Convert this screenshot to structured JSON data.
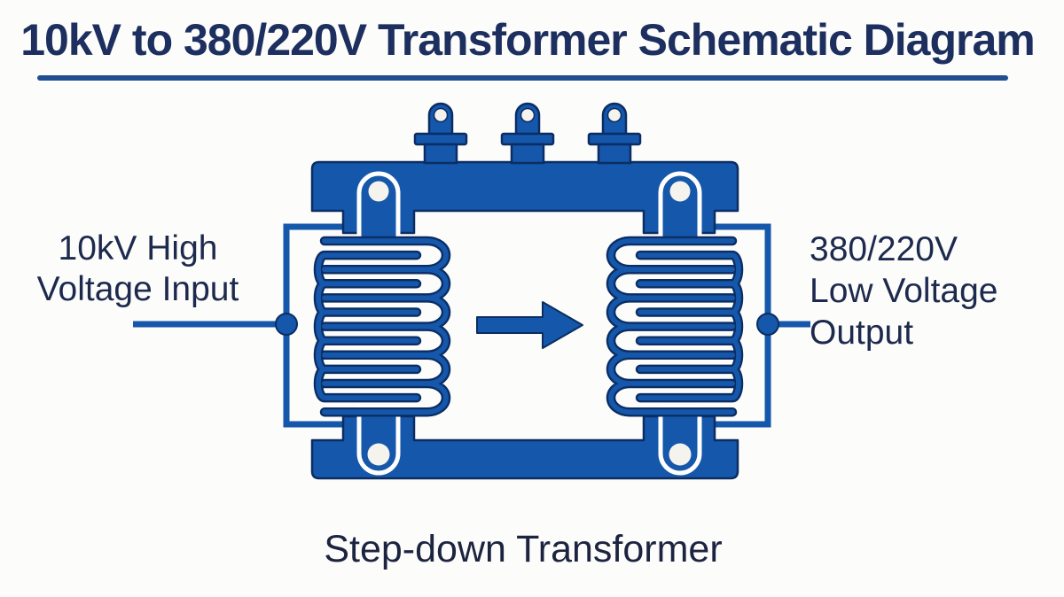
{
  "title": {
    "text": "10kV to 380/220V Transformer Schematic Diagram"
  },
  "labels": {
    "input": [
      "10kV High",
      "Voltage Input"
    ],
    "output": [
      "380/220V",
      "Low Voltage",
      "Output"
    ],
    "caption": "Step-down Transformer"
  },
  "colors": {
    "primary_blue": "#1557aa",
    "outline_navy": "#0b2d63",
    "ring_white": "#f5f3ed",
    "wire_blue": "#1557aa",
    "title_navy": "#1d2f5f",
    "label_navy": "#1d2a4e",
    "underline_blue": "#204e90",
    "background": "#fcfcfa"
  }
}
